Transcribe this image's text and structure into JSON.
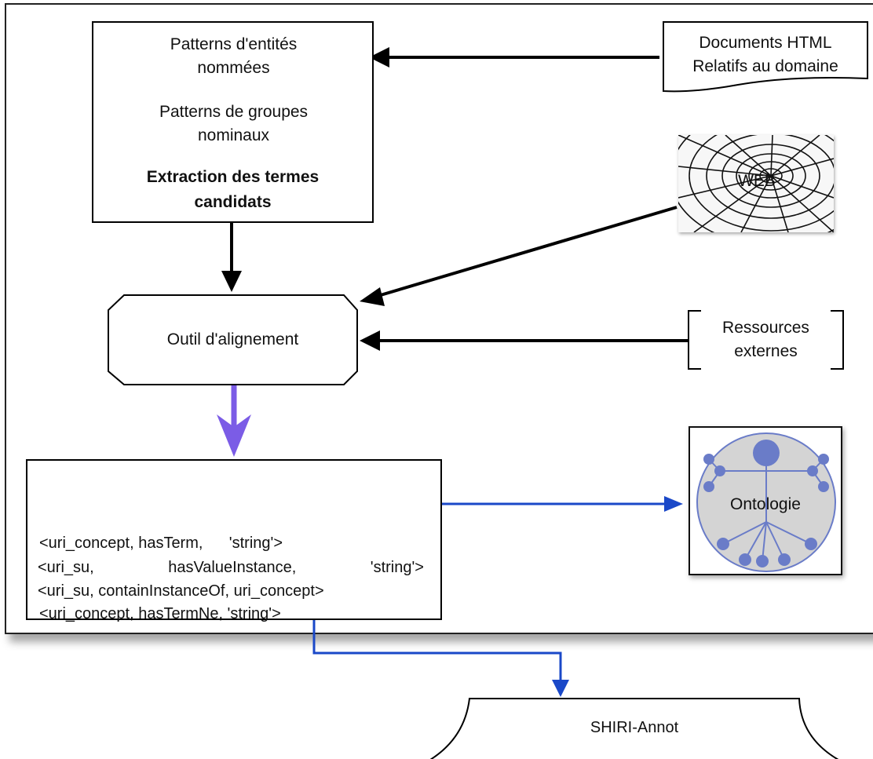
{
  "diagram": {
    "extraction": {
      "doc1": [
        "Patterns d'entités",
        "nommées"
      ],
      "doc2": [
        "Patterns de groupes",
        "nominaux"
      ],
      "title": [
        "Extraction des termes",
        "candidats"
      ]
    },
    "html_docs": [
      "Documents HTML",
      "Relatifs au domaine"
    ],
    "web_label": "WEB",
    "alignment_tool": "Outil d'alignement",
    "external_resources": [
      "Ressources",
      "externes"
    ],
    "triples_top": [
      "<uri_concept, hasTerm,      'string'>",
      "<uri_concept, hasTermNe, 'string'>"
    ],
    "triples_bottom_line1": [
      "<uri_su,",
      "hasValueInstance,",
      "'string'>"
    ],
    "triples_bottom_line2": "<uri_su, containInstanceOf, uri_concept>",
    "ontology": "Ontologie",
    "annotation": "SHIRI-Annot"
  },
  "colors": {
    "black_arrow": "#000000",
    "purple_arrow": "#7b5ce6",
    "blue_arrow": "#1a48c8",
    "ontology_node": "#6a7cc8"
  }
}
